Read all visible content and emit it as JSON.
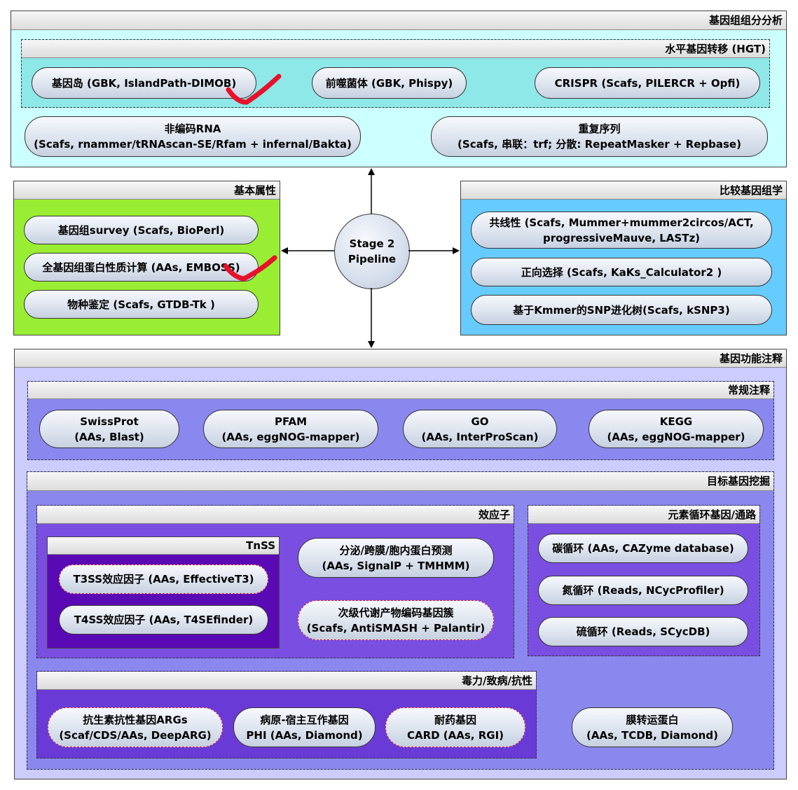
{
  "hub": {
    "line1": "Stage 2",
    "line2": "Pipeline"
  },
  "genome_analysis": {
    "title": "基因组组分分析",
    "hgt": {
      "title": "水平基因转移 (HGT)",
      "items": [
        {
          "text": "基因岛 (GBK, IslandPath-DIMOB)"
        },
        {
          "text": "前噬菌体 (GBK, Phispy)"
        },
        {
          "text": "CRISPR (Scafs, PILERCR + Opfi)"
        }
      ]
    },
    "items": [
      {
        "line1": "非编码RNA",
        "line2": "(Scafs, rnammer/tRNAscan-SE/Rfam + infernal/Bakta)"
      },
      {
        "line1": "重复序列",
        "line2": "(Scafs, 串联：trf; 分散: RepeatMasker + Repbase)"
      }
    ]
  },
  "basic": {
    "title": "基本属性",
    "items": [
      {
        "text": "基因组survey (Scafs, BioPerl)"
      },
      {
        "text": "全基因组蛋白性质计算 (AAs, EMBOSS)"
      },
      {
        "text": "物种鉴定 (Scafs, GTDB-Tk )"
      }
    ]
  },
  "comparative": {
    "title": "比较基因组学",
    "items": [
      {
        "line1": "共线性 (Scafs, Mummer+mummer2circos/ACT,",
        "line2": "progressiveMauve, LASTz)"
      },
      {
        "line1": "正向选择 (Scafs, KaKs_Calculator2 )"
      },
      {
        "line1": "基于Kmmer的SNP进化树(Scafs, kSNP3)"
      }
    ]
  },
  "function": {
    "title": "基因功能注释",
    "routine": {
      "title": "常规注释",
      "items": [
        {
          "line1": "SwissProt",
          "line2": "(AAs, Blast)"
        },
        {
          "line1": "PFAM",
          "line2": "(AAs, eggNOG-mapper)"
        },
        {
          "line1": "GO",
          "line2": "(AAs, InterProScan)"
        },
        {
          "line1": "KEGG",
          "line2": "(AAs, eggNOG-mapper)"
        }
      ]
    },
    "target": {
      "title": "目标基因挖掘",
      "effector": {
        "title": "效应子",
        "tnss": {
          "title": "TnSS",
          "items": [
            {
              "text": "T3SS效应因子 (AAs, EffectiveT3)"
            },
            {
              "text": "T4SS效应因子 (AAs, T4SEfinder)"
            }
          ]
        },
        "items": [
          {
            "line1": "分泌/跨膜/胞内蛋白预测",
            "line2": "(AAs, SignalP + TMHMM)"
          },
          {
            "line1": "次级代谢产物编码基因簇",
            "line2": "(Scafs, AntiSMASH + Palantir)"
          }
        ]
      },
      "cycles": {
        "title": "元素循环基因/通路",
        "items": [
          {
            "text": "碳循环 (AAs, CAZyme database)"
          },
          {
            "text": "氮循环 (Reads, NCycProfiler)"
          },
          {
            "text": "硫循环 (Reads, SCycDB)"
          }
        ]
      },
      "virulence": {
        "title": "毒力/致病/抗性",
        "items": [
          {
            "line1": "抗生素抗性基因ARGs",
            "line2": "(Scaf/CDS/AAs, DeepARG)"
          },
          {
            "line1": "病原-宿主互作基因",
            "line2": "PHI (AAs, Diamond)"
          },
          {
            "line1": "耐药基因",
            "line2": "CARD (AAs, RGI)"
          }
        ]
      },
      "membrane": {
        "line1": "膜转运蛋白",
        "line2": "(AAs, TCDB, Diamond)"
      }
    }
  },
  "colors": {
    "genome_bg": "#ccffff",
    "hgt_bg": "#8ee8e8",
    "basic_bg": "#99ee33",
    "comparative_bg": "#66ccff",
    "function_bg": "#ccccff",
    "routine_bg": "#8a88ee",
    "target_bg": "#8a88ee",
    "effector_bg": "#7a4ee0",
    "tnss_bg": "#5a0ab4",
    "virulence_bg": "#6a3ad6",
    "checkmark": "#e8102a"
  }
}
